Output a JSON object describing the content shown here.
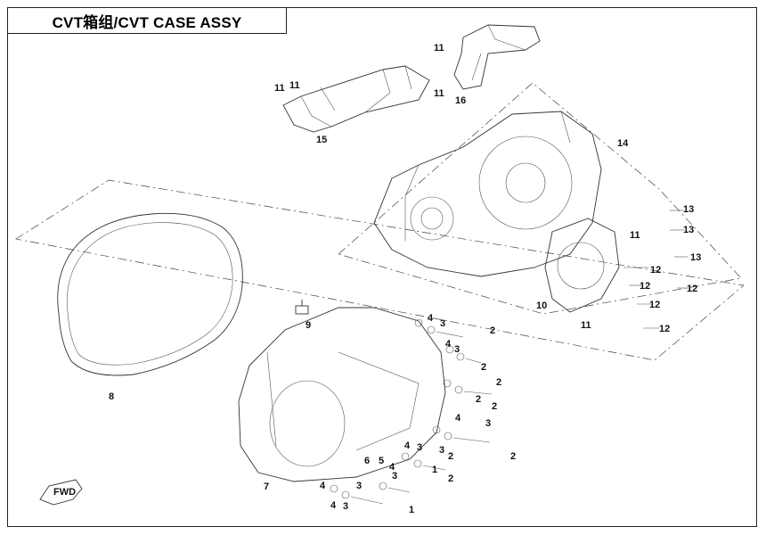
{
  "title": "CVT箱组/CVT CASE ASSY",
  "callouts": {
    "c1a": "1",
    "c1b": "1",
    "c2a": "2",
    "c2b": "2",
    "c2c": "2",
    "c2d": "2",
    "c2e": "2",
    "c2f": "2",
    "c2g": "2",
    "c2h": "2",
    "c3a": "3",
    "c3b": "3",
    "c3c": "3",
    "c3d": "3",
    "c3e": "3",
    "c3f": "3",
    "c3g": "3",
    "c3h": "3",
    "c4a": "4",
    "c4b": "4",
    "c4c": "4",
    "c4d": "4",
    "c4e": "4",
    "c4f": "4",
    "c4g": "4",
    "c5": "5",
    "c6": "6",
    "c7": "7",
    "c8": "8",
    "c9": "9",
    "c10": "10",
    "c11a": "11",
    "c11b": "11",
    "c11c": "11",
    "c11d": "11",
    "c11e": "11",
    "c11f": "11",
    "c12a": "12",
    "c12b": "12",
    "c12c": "12",
    "c12d": "12",
    "c12e": "12",
    "c13a": "13",
    "c13b": "13",
    "c13c": "13",
    "c14": "14",
    "c15": "15",
    "c16": "16"
  },
  "fwd_badge": "FWD"
}
